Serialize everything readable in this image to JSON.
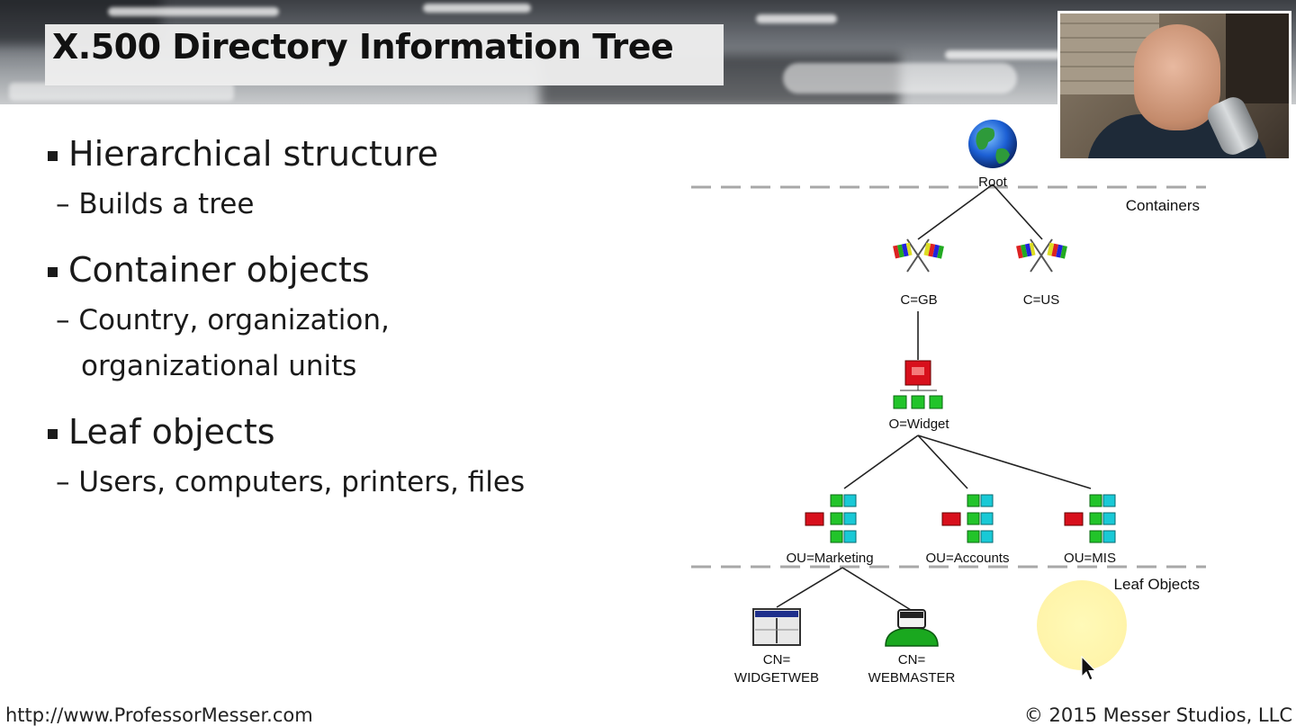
{
  "slide": {
    "title": "X.500 Directory Information Tree",
    "bullets": [
      {
        "text": "Hierarchical structure",
        "sub": [
          "Builds a tree"
        ]
      },
      {
        "text": "Container objects",
        "sub": [
          "Country, organization,",
          "organizational units"
        ]
      },
      {
        "text": "Leaf objects",
        "sub": [
          "Users, computers, printers, files"
        ]
      }
    ],
    "dash": "–"
  },
  "diagram": {
    "root": "Root",
    "containers_label": "Containers",
    "leaf_objects_label": "Leaf Objects",
    "countries": [
      "C=GB",
      "C=US"
    ],
    "organization": "O=Widget",
    "org_units": [
      "OU=Marketing",
      "OU=Accounts",
      "OU=MIS"
    ],
    "leaves": [
      {
        "line1": "CN=",
        "line2": "WIDGETWEB",
        "icon": "server-icon"
      },
      {
        "line1": "CN=",
        "line2": "WEBMASTER",
        "icon": "user-icon"
      }
    ],
    "colors": {
      "org_red": "#d8101c",
      "ou_green": "#22c42a",
      "ou_cyan": "#19c9d6",
      "user_green": "#1aa81f",
      "server_blue": "#1e2f8c"
    }
  },
  "footer": {
    "url": "http://www.ProfessorMesser.com",
    "copyright": "© 2015 Messer Studios, LLC"
  }
}
